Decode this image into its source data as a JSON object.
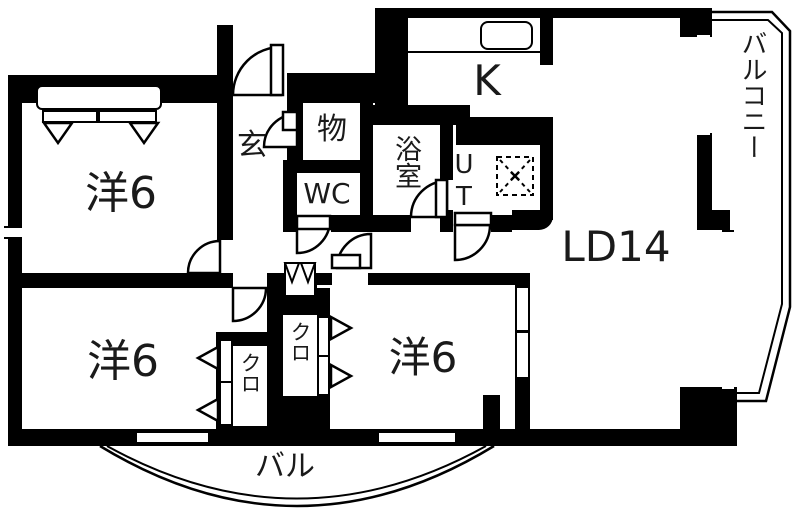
{
  "floorplan": {
    "title": "apartment-floor-plan",
    "rooms": {
      "bedroom_top_left": {
        "label": "洋6"
      },
      "bedroom_bottom_left": {
        "label": "洋6"
      },
      "bedroom_bottom_mid": {
        "label": "洋6"
      },
      "living_dining": {
        "label": "LD14"
      },
      "kitchen": {
        "label": "K"
      },
      "entrance": {
        "label": "玄"
      },
      "storage": {
        "label": "物"
      },
      "toilet": {
        "label": "WC"
      },
      "bathroom": {
        "label": "浴室"
      },
      "utility": {
        "label": "UT"
      },
      "closet_left": {
        "label": "クロ"
      },
      "closet_right": {
        "label": "クロ"
      },
      "balcony_side": {
        "label": "バルコニー"
      },
      "balcony_bottom": {
        "label": "バル"
      }
    },
    "colors": {
      "wall": "#000000",
      "floor": "#ffffff"
    }
  }
}
